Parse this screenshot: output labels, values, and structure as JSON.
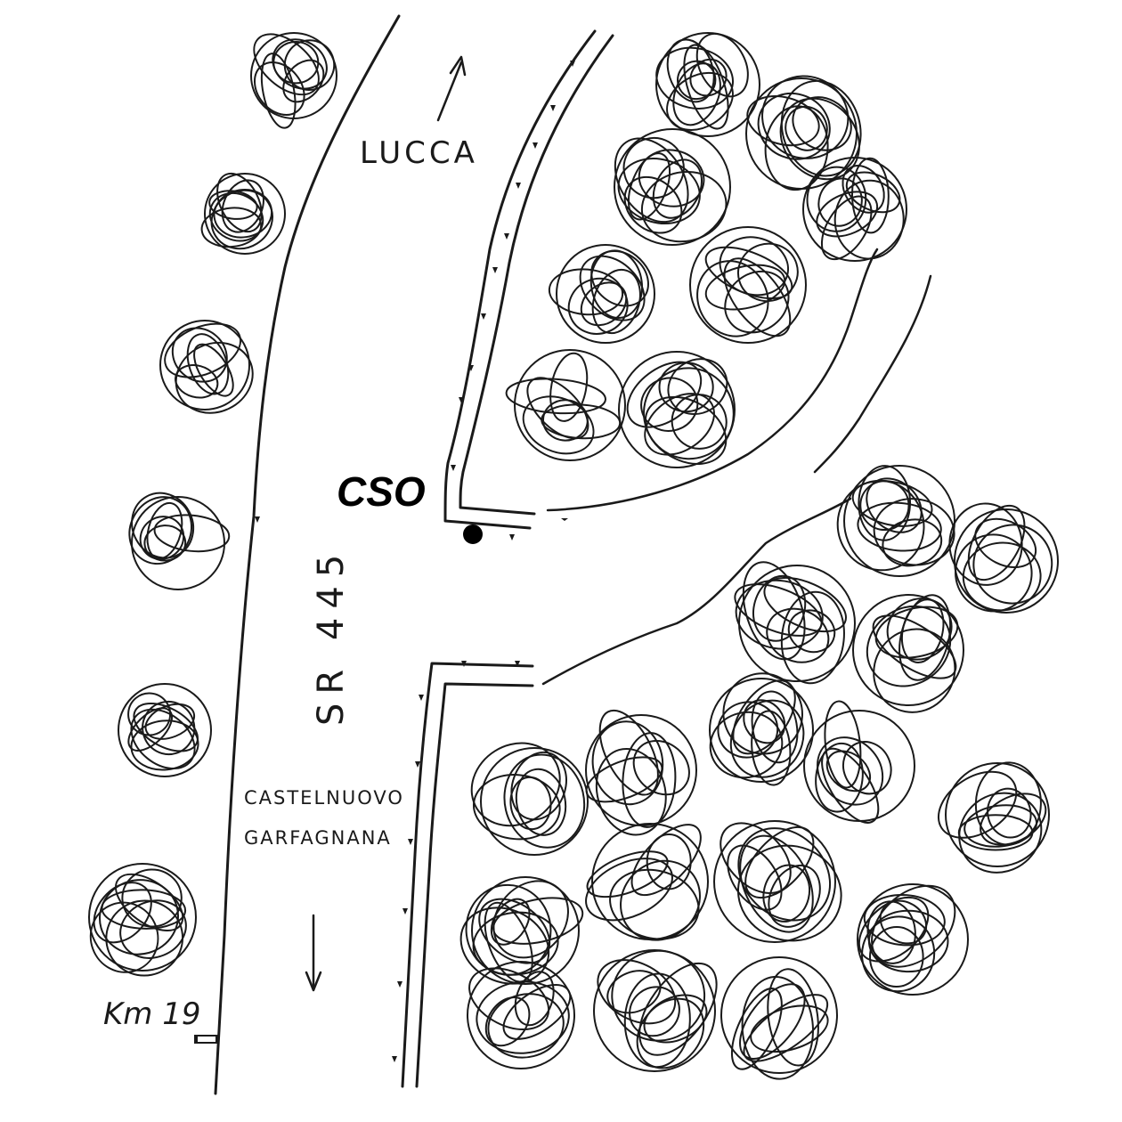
{
  "map": {
    "labels": {
      "north_destination": "LUCCA",
      "road_name": "SR 445",
      "south_destination_line1": "CASTELNUOVO",
      "south_destination_line2": "GARFAGNANA",
      "kilometer": "Km 19",
      "marker": "CSO"
    },
    "ink_color": "#1a1a1a",
    "marker_color": "#000000",
    "icons": [
      "north-arrow",
      "south-arrow",
      "tree-cluster",
      "curb-hatching",
      "km-marker-post",
      "location-dot"
    ]
  }
}
